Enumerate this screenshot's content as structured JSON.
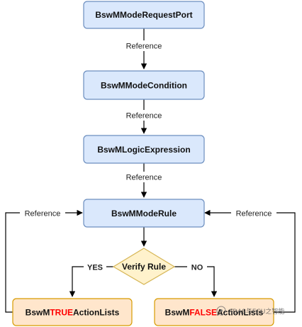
{
  "nodes": {
    "request_port": "BswMModeRequestPort",
    "mode_condition": "BswMModeCondition",
    "logic_expression": "BswMLogicExpression",
    "mode_rule": "BswMModeRule",
    "verify_rule": "Verify Rule",
    "true_lists": {
      "prefix": "BswM",
      "highlight": "TRUE",
      "suffix": "ActionLists"
    },
    "false_lists": {
      "prefix": "BswM",
      "highlight": "FALSE",
      "suffix": "ActionLists"
    }
  },
  "edges": {
    "reference_1": "Reference",
    "reference_2": "Reference",
    "reference_3": "Reference",
    "reference_left": "Reference",
    "reference_right": "Reference",
    "yes": "YES",
    "no": "NO"
  },
  "watermark": "ADAS与ECU之智能",
  "colors": {
    "blue_fill": "#dae8fc",
    "blue_stroke": "#6c8ebf",
    "orange_fill": "#ffe6cc",
    "orange_stroke": "#d79b00",
    "yellow_fill": "#fff2cc",
    "yellow_stroke": "#d6b656",
    "highlight_text": "#ff0000",
    "line": "#000000"
  }
}
